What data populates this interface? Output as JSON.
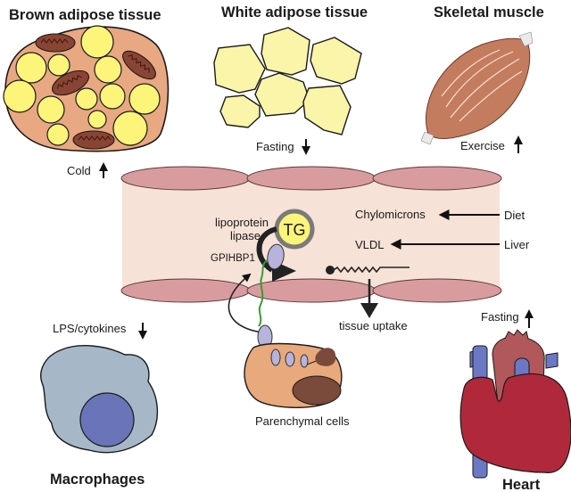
{
  "tissues": {
    "brown_adipose": {
      "title": "Brown adipose tissue",
      "stimulus": "Cold",
      "direction": "up"
    },
    "white_adipose": {
      "title": "White adipose tissue",
      "stimulus": "Fasting",
      "direction": "down"
    },
    "skeletal_muscle": {
      "title": "Skeletal muscle",
      "stimulus": "Exercise",
      "direction": "up"
    },
    "macrophages": {
      "title": "Macrophages",
      "stimulus": "LPS/cytokines",
      "direction": "down"
    },
    "heart": {
      "title": "Heart",
      "stimulus": "Fasting",
      "direction": "up"
    }
  },
  "vessel": {
    "triglyceride": "TG",
    "enzyme": "lipoprotein lipase",
    "enzyme_line1": "lipoprotein",
    "enzyme_line2": "lipase",
    "anchor_protein": "GPIHBP1",
    "lipoproteins": [
      {
        "name": "Chylomicrons",
        "source": "Diet"
      },
      {
        "name": "VLDL",
        "source": "Liver"
      }
    ],
    "outcome": "tissue uptake"
  },
  "parenchymal": {
    "label": "Parenchymal cells"
  },
  "colors": {
    "vessel_fill": "#f6e2d6",
    "endothelial": "#d89c9f",
    "brown_tissue": "#e8a882",
    "lipid": "#fdf57a",
    "white_fat": "#faf5a8",
    "mitochondria": "#8a4433",
    "lpl": "#b8b3da",
    "gpihbp1": "#3a9a3a",
    "macrophage": "#a6b8c8",
    "macrophage_nucleus": "#6a74b8",
    "heart_red": "#b0293a",
    "aorta": "#b0585a",
    "vein_blue": "#6b78c4",
    "parenchymal": "#e8a97c",
    "parenchymal_nucleus": "#7a4a3a"
  }
}
